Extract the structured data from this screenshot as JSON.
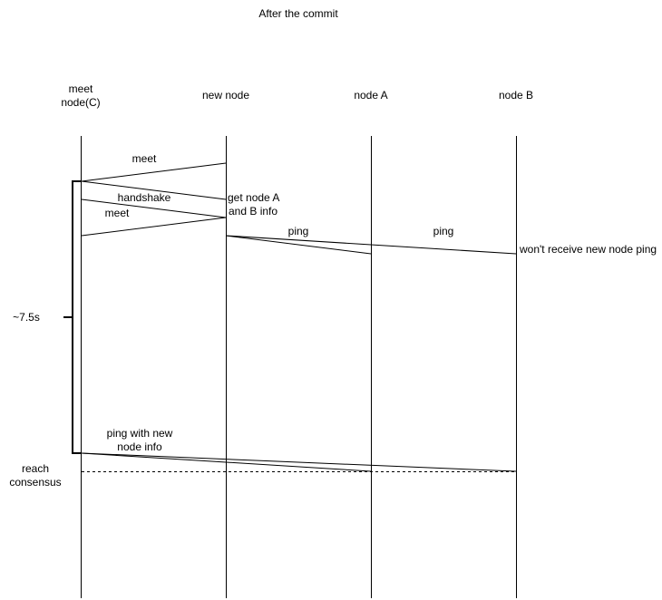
{
  "diagram": {
    "title": "After the commit",
    "participants": {
      "c": {
        "line1": "meet",
        "line2": "node(C)"
      },
      "new_node": {
        "label": "new node"
      },
      "node_a": {
        "label": "node A"
      },
      "node_b": {
        "label": "node B"
      }
    },
    "messages": {
      "meet_1": "meet",
      "handshake": "handshake",
      "meet_2": "meet",
      "ping_a": "ping",
      "ping_b": "ping",
      "ping_new_info": {
        "line1": "ping with new",
        "line2": "node info"
      }
    },
    "notes": {
      "get_info": {
        "line1": "get node A",
        "line2": "and B info"
      },
      "no_receive": "won't receive new node ping",
      "duration": "~7.5s",
      "consensus": {
        "line1": "reach",
        "line2": "consensus"
      }
    }
  }
}
